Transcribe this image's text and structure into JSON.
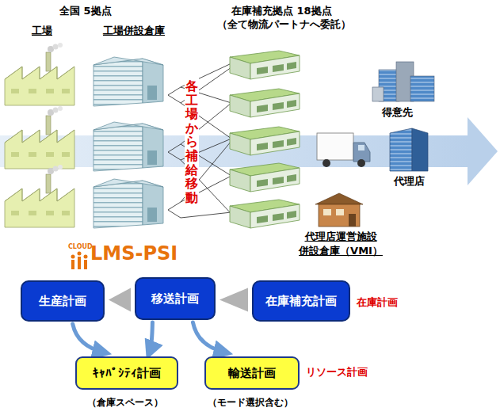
{
  "diagram": {
    "nodes": [
      {
        "text": [
          "生産計画"
        ]
      },
      {
        "text": [
          "移送計画"
        ]
      },
      {
        "text": [
          "在庫補充計画"
        ]
      },
      {
        "text": [
          "ｷｬﾊﾟｼﾃｨ計画"
        ]
      },
      {
        "text": [
          "輸送計画"
        ]
      }
    ],
    "edges": [
      {
        "from": 2,
        "to": 1,
        "arrow": "to"
      },
      {
        "from": 1,
        "to": 0,
        "arrow": "to"
      },
      {
        "from": 0,
        "to": 3,
        "arrow": "to"
      },
      {
        "from": 1,
        "to": 3,
        "arrow": "to"
      },
      {
        "from": 1,
        "to": 4,
        "arrow": "to"
      }
    ],
    "labels": [
      "全国 5拠点",
      "工場",
      "工場併設倉庫",
      "在庫補充拠点 18拠点",
      "（全て物流パートナへ委託）",
      "各工場から補給移動",
      "得意先",
      "代理店",
      "代理店運営施設 併設倉庫（VMI）",
      "CLOUD",
      "LMS-PSI",
      "在庫計画",
      "リソース計画",
      "（倉庫スペース）",
      "（モード選択含む）"
    ]
  }
}
